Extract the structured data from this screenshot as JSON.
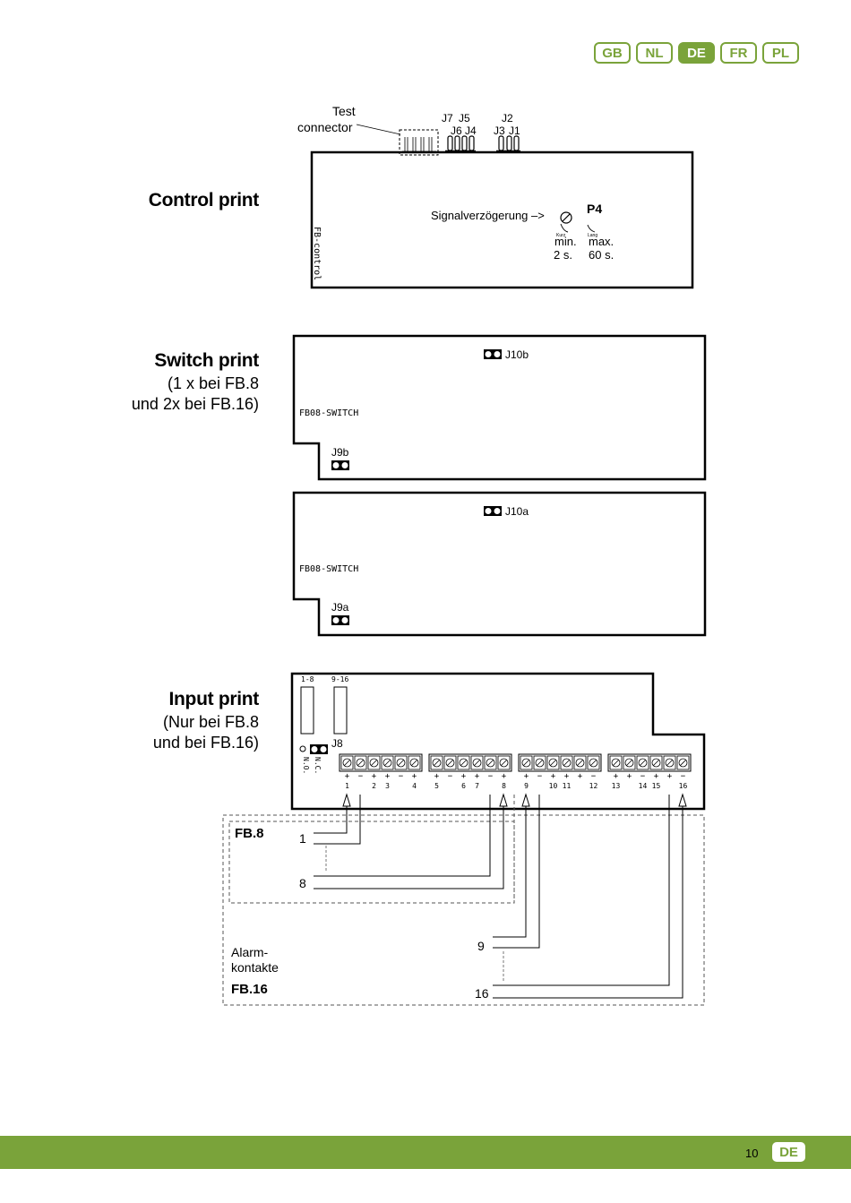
{
  "languages": {
    "gb": "GB",
    "nl": "NL",
    "de": "DE",
    "fr": "FR",
    "pl": "PL",
    "active": "DE"
  },
  "control": {
    "title": "Control print",
    "test_connector_line1": "Test",
    "test_connector_line2": "connector",
    "j7": "J7",
    "j5": "J5",
    "j6": "J6",
    "j4": "J4",
    "j2": "J2",
    "j3": "J3",
    "j1": "J1",
    "board_label": "FB-control",
    "signal_label": "Signalverzögerung –>",
    "p4": "P4",
    "kurz": "Kurz",
    "lang": "Lang",
    "min": "min.",
    "max": "max.",
    "min_val": "2 s.",
    "max_val": "60 s."
  },
  "switch": {
    "title": "Switch print",
    "sub1": "(1 x bei FB.8",
    "sub2": "und 2x bei FB.16)",
    "board_label": "FB08-SWITCH",
    "j10b": "J10b",
    "j9b": "J9b",
    "j10a": "J10a",
    "j9a": "J9a"
  },
  "input": {
    "title": "Input print",
    "sub1": "(Nur bei FB.8",
    "sub2": "und bei FB.16)",
    "range1": "1-8",
    "range2": "9-16",
    "j8": "J8",
    "nc": "N.C.",
    "no": "N.O.",
    "terminal_signs": [
      "+",
      "−",
      "+",
      "+",
      "−",
      "+",
      "+",
      "−",
      "+",
      "+",
      "−",
      "+",
      "+",
      "−",
      "+",
      "+",
      "+",
      "−",
      "+",
      "+",
      "−",
      "+",
      "+",
      "−"
    ],
    "terminal_numbers": [
      "1",
      "2",
      "3",
      "4",
      "5",
      "6",
      "7",
      "8",
      "9",
      "10",
      "11",
      "12",
      "13",
      "14",
      "15",
      "16"
    ]
  },
  "wiring": {
    "fb8": "FB.8",
    "fb16": "FB.16",
    "alarm1": "Alarm-",
    "alarm2": "kontakte",
    "n1": "1",
    "n8": "8",
    "n9": "9",
    "n16": "16"
  },
  "footer": {
    "page_number": "10",
    "lang": "DE"
  }
}
